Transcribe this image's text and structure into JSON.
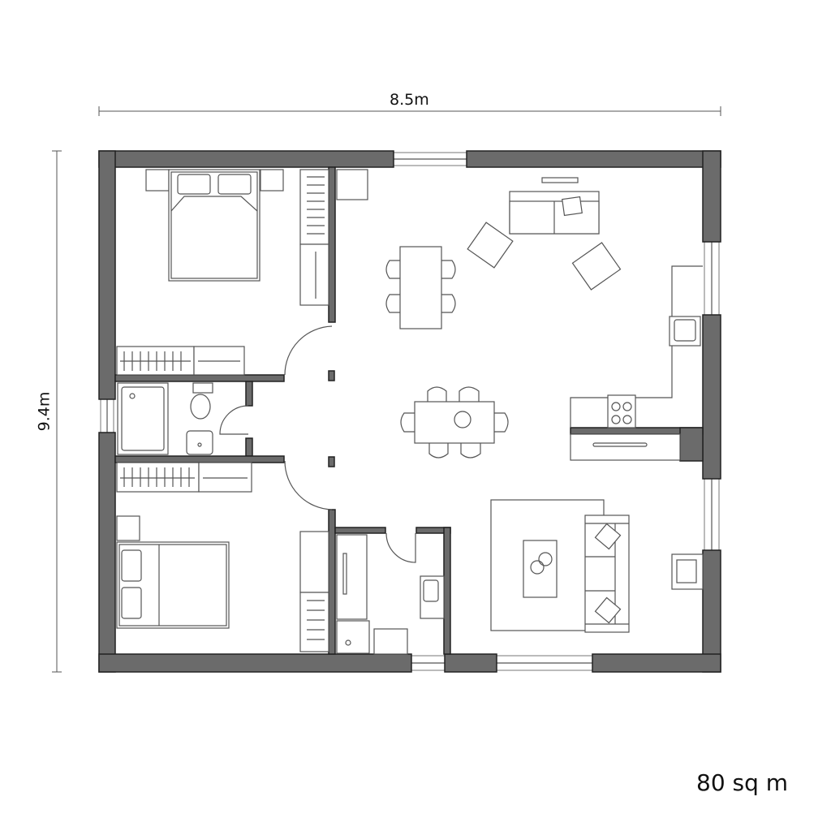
{
  "plan": {
    "width_label": "8.5m",
    "height_label": "9.4m",
    "area_label": "80 sq m",
    "wall_color": "#6b6b6b",
    "line_color": "#555555"
  }
}
